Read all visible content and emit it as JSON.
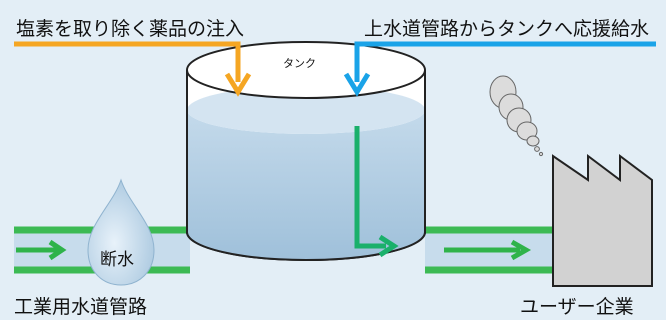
{
  "labels": {
    "chemical_injection": "塩素を取り除く薬品の注入",
    "supply_to_tank": "上水道管路からタンクへ応援給水",
    "tank": "タンク",
    "water_cut": "断水",
    "industrial_pipeline": "工業用水道管路",
    "user_company": "ユーザー企業"
  },
  "colors": {
    "background": "#e3eef6",
    "chemical_line": "#f5a623",
    "supply_line": "#1aa3e8",
    "pipe": "#3cba54",
    "water": "#b3cee3",
    "tank_outline": "#222222",
    "factory": "#d2d2d2"
  }
}
